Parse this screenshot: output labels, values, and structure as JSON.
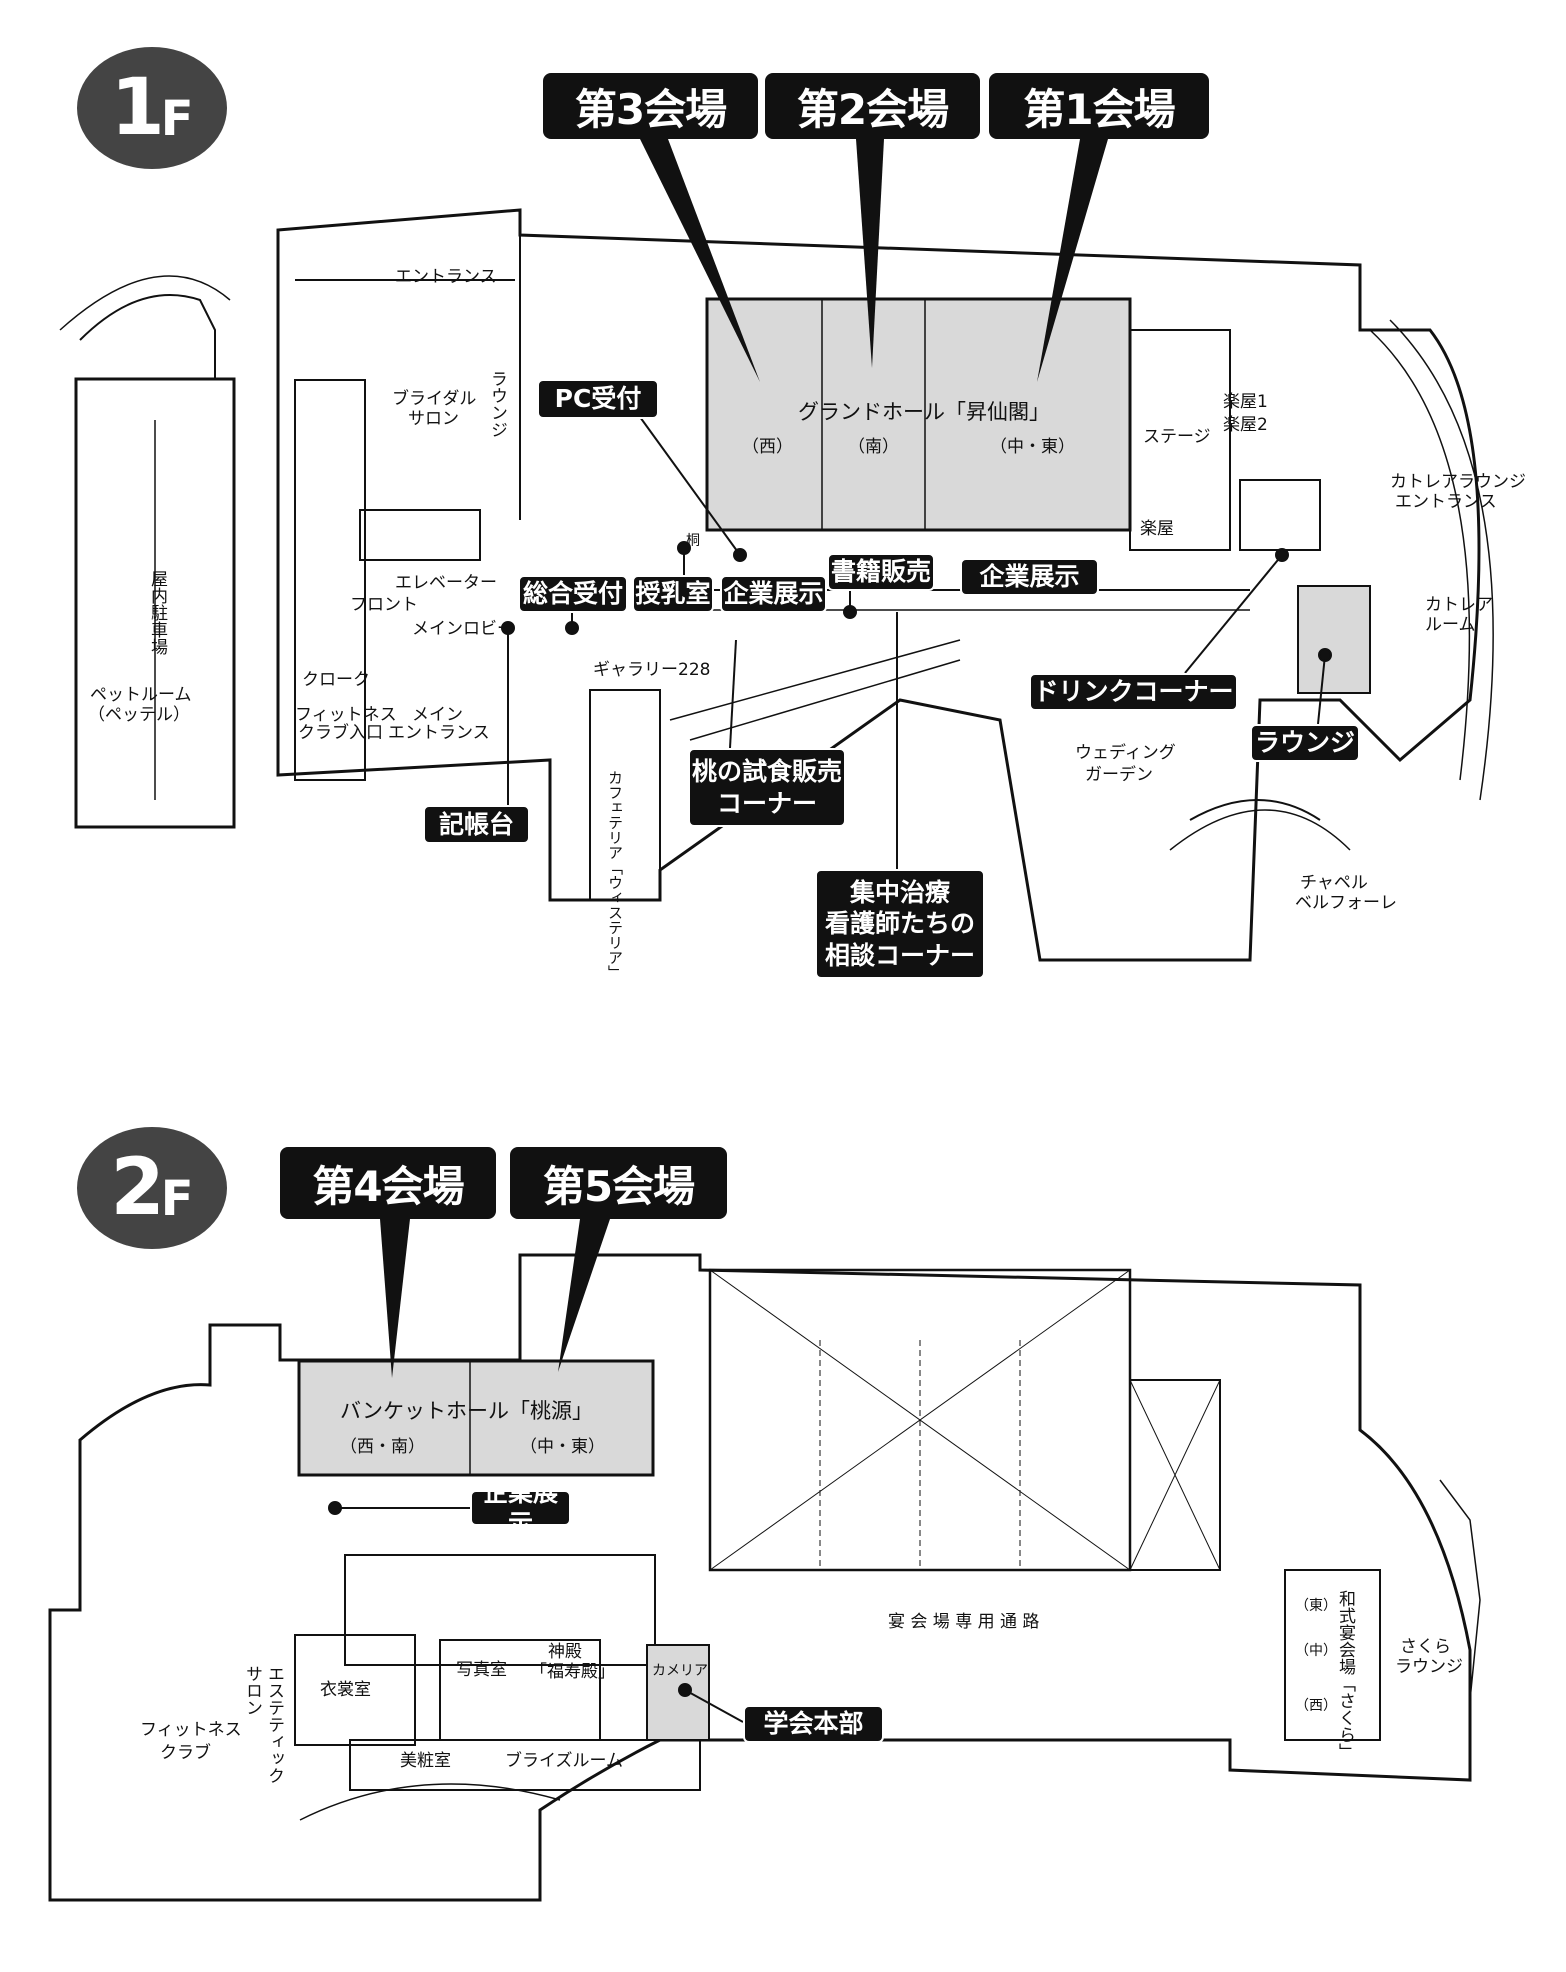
{
  "floor1": {
    "badge_num": "1",
    "badge_f": "F",
    "venues": [
      "第3会場",
      "第2会場",
      "第1会場"
    ],
    "hall_name": "グランドホール「昇仙閣」",
    "hall_parts": [
      "（西）",
      "（南）",
      "（中・東）"
    ],
    "tags": {
      "pc": "PC受付",
      "reception": "総合受付",
      "nursing": "授乳室",
      "expo1": "企業展示",
      "books": "書籍販売",
      "expo2": "企業展示",
      "drink": "ドリンクコーナー",
      "lounge": "ラウンジ",
      "peach_1": "桃の試食販売",
      "peach_2": "コーナー",
      "register": "記帳台",
      "icu_1": "集中治療",
      "icu_2": "看護師たちの",
      "icu_3": "相談コーナー"
    },
    "rooms": {
      "entrance": "エントランス",
      "bridal_1": "ブライダル",
      "bridal_2": "サロン",
      "lounge_v": "ラウンジ",
      "elevator": "エレベーター",
      "front": "フロント",
      "main_lobby": "メインロビー",
      "cloak": "クローク",
      "fitness_1": "フィットネス",
      "fitness_2": "クラブ入口",
      "main_ent_1": "メイン",
      "main_ent_2": "エントランス",
      "gallery": "ギャラリー228",
      "cafe": "カフェテリア「ウィステリア」",
      "stage": "ステージ",
      "gakuya": "楽屋",
      "gakuya1": "楽屋1",
      "gakuya2": "楽屋2",
      "cattleya_ent_1": "カトレアラウンジ",
      "cattleya_ent_2": "エントランス",
      "cattleya_room_1": "カトレア",
      "cattleya_room_2": "ルーム",
      "wedding_1": "ウェディング",
      "wedding_2": "ガーデン",
      "chapel_1": "チャペル",
      "chapel_2": "ベルフォーレ",
      "parking": "屋内駐車場",
      "pet_1": "ペットルーム",
      "pet_2": "（ペッテル）",
      "kiri": "桐"
    }
  },
  "floor2": {
    "badge_num": "2",
    "badge_f": "F",
    "venues": [
      "第4会場",
      "第5会場"
    ],
    "hall_name": "バンケットホール「桃源」",
    "hall_parts": [
      "（西・南）",
      "（中・東）"
    ],
    "tags": {
      "expo": "企業展示",
      "hq": "学会本部"
    },
    "rooms": {
      "corridor": "宴 会 場 専 用 通 路",
      "costume": "衣裳室",
      "photo": "写真室",
      "shrine_1": "神殿",
      "shrine_2": "「福寿殿」",
      "camellia": "カメリア",
      "beauty": "美粧室",
      "bridal_room": "ブライズルーム",
      "esthe_1": "エステティック",
      "esthe_2": "サロン",
      "fitness_1": "フィットネス",
      "fitness_2": "クラブ",
      "sakura_hall": "和式宴会場「さくら」",
      "sakura_parts": [
        "（東）",
        "（中）",
        "（西）"
      ],
      "sakura_lounge_1": "さくら",
      "sakura_lounge_2": "ラウンジ"
    }
  },
  "colors": {
    "hall_fill": "#d9d9d9",
    "label_bg": "#111111",
    "badge_bg": "#444444"
  }
}
